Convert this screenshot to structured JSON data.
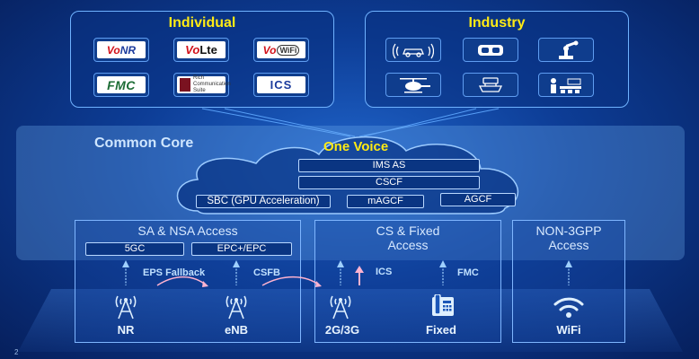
{
  "individual": {
    "title": "Individual",
    "logos": [
      {
        "icon": "vonr-logo",
        "prefix": "Vo",
        "main": "NR"
      },
      {
        "icon": "volte-logo",
        "prefix": "Vo",
        "main": "Lte"
      },
      {
        "icon": "vowifi-logo",
        "prefix": "Vo",
        "main": "WiFi"
      },
      {
        "icon": "fmc-logo",
        "text": "FMC"
      },
      {
        "icon": "rcs-logo",
        "text": "Rich Communication Suite"
      },
      {
        "icon": "ics-logo",
        "text": "ICS"
      }
    ]
  },
  "industry": {
    "title": "Industry",
    "icons": [
      "connected-car-icon",
      "vr-headset-icon",
      "robot-arm-icon",
      "helicopter-icon",
      "cargo-drone-icon",
      "smart-factory-icon"
    ]
  },
  "core": {
    "label": "Common Core",
    "one_voice": "One Voice",
    "ims_as": "IMS AS",
    "cscf": "CSCF",
    "sbc": "SBC (GPU Acceleration)",
    "magcf": "mAGCF",
    "agcf": "AGCF"
  },
  "access": {
    "sa_nsa": {
      "title": "SA & NSA Access",
      "box1": "5GC",
      "box2": "EPC+/EPC",
      "eps_fallback": "EPS Fallback",
      "csfb": "CSFB"
    },
    "cs_fixed": {
      "title_line1": "CS & Fixed",
      "title_line2": "Access",
      "ics": "ICS",
      "fmc": "FMC"
    },
    "non3gpp": {
      "title_line1": "NON-3GPP",
      "title_line2": "Access"
    }
  },
  "nodes": {
    "nr": "NR",
    "enb": "eNB",
    "g23": "2G/3G",
    "fixed": "Fixed",
    "wifi": "WiFi"
  },
  "page_number": "2",
  "colors": {
    "accent_yellow": "#ffeb14",
    "background": "#0d3d96"
  }
}
